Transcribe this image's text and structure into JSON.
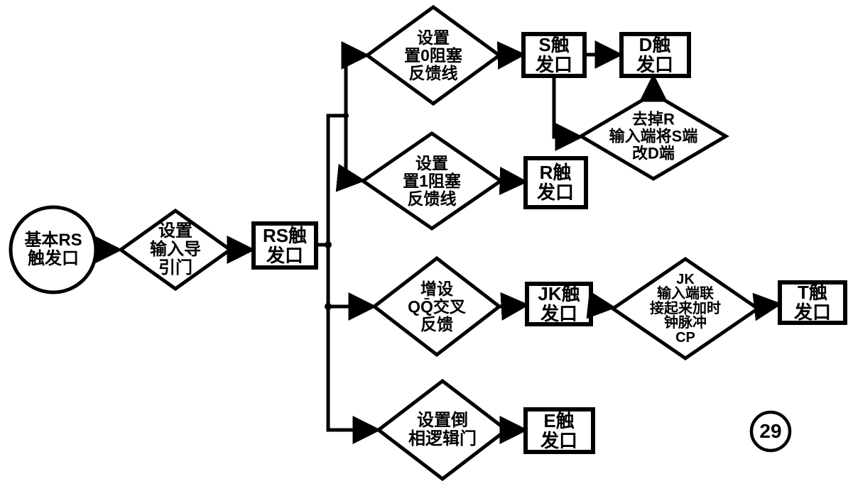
{
  "diagram": {
    "title_semantic": "flip-flop derivation flowchart",
    "page_number": "29",
    "colors": {
      "ink": "#000000",
      "background": "#ffffff"
    },
    "nodes": {
      "start": {
        "shape": "circle",
        "label": "基本RS\n触发口"
      },
      "input_gate": {
        "shape": "diamond",
        "label": "设置\n输入导\n引门"
      },
      "rs_ff": {
        "shape": "rect",
        "label": "RS触\n发口"
      },
      "set0_block": {
        "shape": "diamond",
        "label": "设置\n置0阻塞\n反馈线"
      },
      "s_ff": {
        "shape": "rect",
        "label": "S触\n发口"
      },
      "d_ff": {
        "shape": "rect",
        "label": "D触\n发口"
      },
      "remove_r": {
        "shape": "diamond",
        "label": "去掉R\n输入端将S端\n改D端"
      },
      "set1_block": {
        "shape": "diamond",
        "label": "设置\n置1阻塞\n反馈线"
      },
      "r_ff": {
        "shape": "rect",
        "label": "R触\n发口"
      },
      "qq_cross": {
        "shape": "diamond",
        "label": "增设\nQQ̄交叉\n反馈"
      },
      "jk_ff": {
        "shape": "rect",
        "label": "JK触\n发口"
      },
      "jk_cp": {
        "shape": "diamond",
        "label": "JK\n输入端联\n接起来加时\n钟脉冲\nCP"
      },
      "t_ff": {
        "shape": "rect",
        "label": "T触\n发口"
      },
      "invert_gate": {
        "shape": "diamond",
        "label": "设置倒\n相逻辑门"
      },
      "e_ff": {
        "shape": "rect",
        "label": "E触\n发口"
      }
    }
  }
}
